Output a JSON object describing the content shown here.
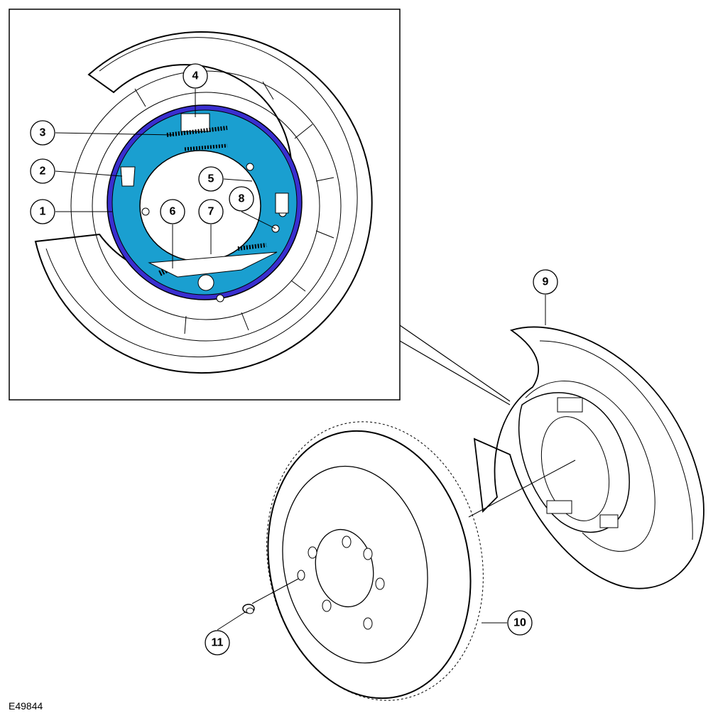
{
  "figure_id": "E49844",
  "callouts": [
    "1",
    "2",
    "3",
    "4",
    "5",
    "6",
    "7",
    "8",
    "9",
    "10",
    "11"
  ],
  "colors": {
    "shoe_fill": "#1a9fd0",
    "lining": "#3a2fd0",
    "line": "#000000"
  }
}
